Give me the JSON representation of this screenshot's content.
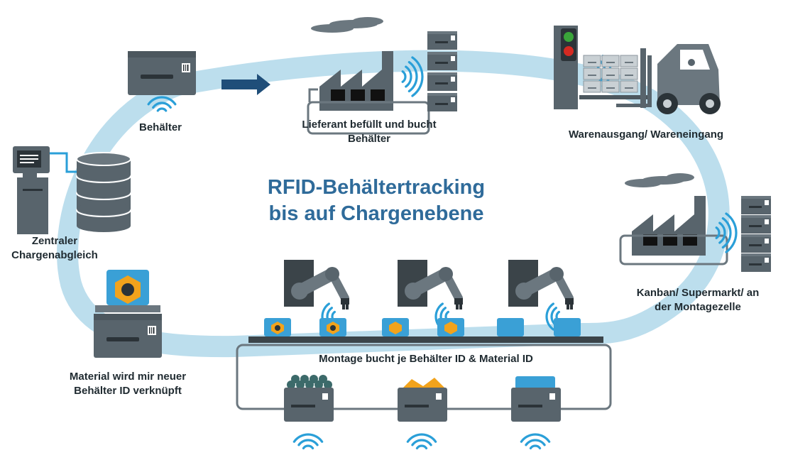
{
  "title": {
    "line1": "RFID-Behältertracking",
    "line2": "bis auf Chargenebene"
  },
  "steps": {
    "behaelter": "Behälter",
    "lieferant_line1": "Lieferant befüllt und  bucht",
    "lieferant_line2": "Behälter",
    "warenausgang": "Warenausgang/ Wareneingang",
    "kanban_line1": "Kanban/ Supermarkt/ an",
    "kanban_line2": "der Montagezelle",
    "montage": "Montage bucht je Behälter ID & Material ID",
    "material_line1": "Material wird mir neuer",
    "material_line2": "Behälter ID verknüpft",
    "zentral_line1": "Zentraler",
    "zentral_line2": "Chargenabgleich"
  },
  "colors": {
    "loop": "#bcdeed",
    "dark_gray": "#58646c",
    "mid_gray": "#6b777f",
    "light_gray": "#c9d0d4",
    "rfid_blue": "#2a9fd8",
    "part_blue": "#3aa0d6",
    "nut_orange": "#f2a31c",
    "arrow_navy": "#1f4e79",
    "title_blue": "#2f6b9a",
    "traffic_green": "#3aa53a",
    "traffic_red": "#d42a22",
    "pellet_teal": "#3c6a6a"
  },
  "icons": {
    "container": "container-icon",
    "factory": "factory-icon",
    "forklift": "forklift-icon",
    "traffic_light": "traffic-light-icon",
    "robot_arm": "robot-arm-icon",
    "server": "computer-icon",
    "database": "database-icon",
    "rfid": "rfid-signal-icon",
    "arrow": "arrow-right-icon",
    "nut": "hex-nut-icon"
  }
}
